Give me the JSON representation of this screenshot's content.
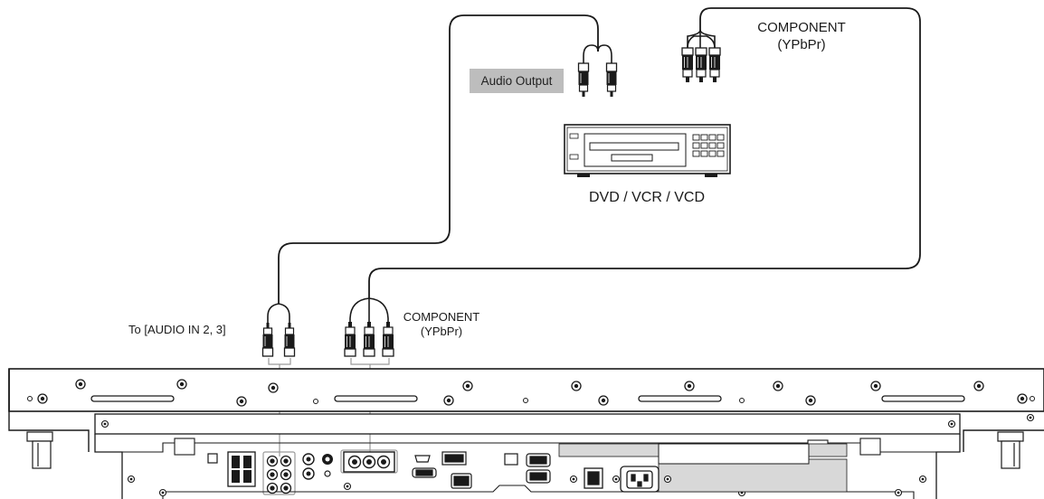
{
  "labels": {
    "audio_output": "Audio Output",
    "component_top_line1": "COMPONENT",
    "component_top_line2": "(YPbPr)",
    "device": "DVD / VCR / VCD",
    "audio_in": "To [AUDIO IN 2, 3]",
    "component_bottom_line1": "COMPONENT",
    "component_bottom_line2": "(YPbPr)"
  },
  "colors": {
    "line": "#1a1a1a",
    "label_bg": "#bdbdbd",
    "bracket": "#9a9a9a"
  },
  "icons": {
    "player": "dvd-player-icon",
    "rca_plug": "rca-plug-icon",
    "display_back": "display-rear-panel-icon"
  }
}
